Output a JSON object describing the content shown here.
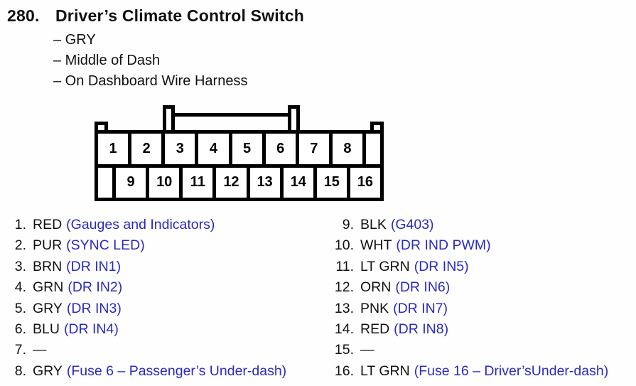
{
  "header": {
    "number": "280.",
    "title": "Driver’s Climate Control Switch",
    "details": [
      "– GRY",
      "– Middle of Dash",
      "– On Dashboard Wire Harness"
    ]
  },
  "connector": {
    "top_row": [
      "1",
      "2",
      "3",
      "4",
      "5",
      "6",
      "7",
      "8"
    ],
    "bottom_row": [
      "9",
      "10",
      "11",
      "12",
      "13",
      "14",
      "15",
      "16"
    ]
  },
  "pins": {
    "left": [
      {
        "num": "1.",
        "wire": "RED",
        "desc": "(Gauges and Indicators)"
      },
      {
        "num": "2.",
        "wire": "PUR",
        "desc": "(SYNC LED)"
      },
      {
        "num": "3.",
        "wire": "BRN",
        "desc": "(DR IN1)"
      },
      {
        "num": "4.",
        "wire": "GRN",
        "desc": "(DR IN2)"
      },
      {
        "num": "5.",
        "wire": "GRY",
        "desc": "(DR IN3)"
      },
      {
        "num": "6.",
        "wire": "BLU",
        "desc": "(DR IN4)"
      },
      {
        "num": "7.",
        "wire": "—",
        "desc": ""
      },
      {
        "num": "8.",
        "wire": "GRY",
        "desc": "(Fuse 6 – Passenger’s Under-dash)"
      }
    ],
    "right": [
      {
        "num": "9.",
        "wire": "BLK",
        "desc": "(G403)"
      },
      {
        "num": "10.",
        "wire": "WHT",
        "desc": "(DR IND PWM)"
      },
      {
        "num": "11.",
        "wire": "LT GRN",
        "desc": "(DR IN5)"
      },
      {
        "num": "12.",
        "wire": "ORN",
        "desc": "(DR IN6)"
      },
      {
        "num": "13.",
        "wire": "PNK",
        "desc": "(DR IN7)"
      },
      {
        "num": "14.",
        "wire": "RED",
        "desc": "(DR IN8)"
      },
      {
        "num": "15.",
        "wire": "—",
        "desc": ""
      },
      {
        "num": "16.",
        "wire": "LT GRN",
        "desc": "(Fuse 16 – Driver’sUnder-dash)"
      }
    ]
  },
  "colors": {
    "description_blue": "#2a2ac0",
    "text_black": "#111111",
    "diagram_black": "#000000"
  }
}
